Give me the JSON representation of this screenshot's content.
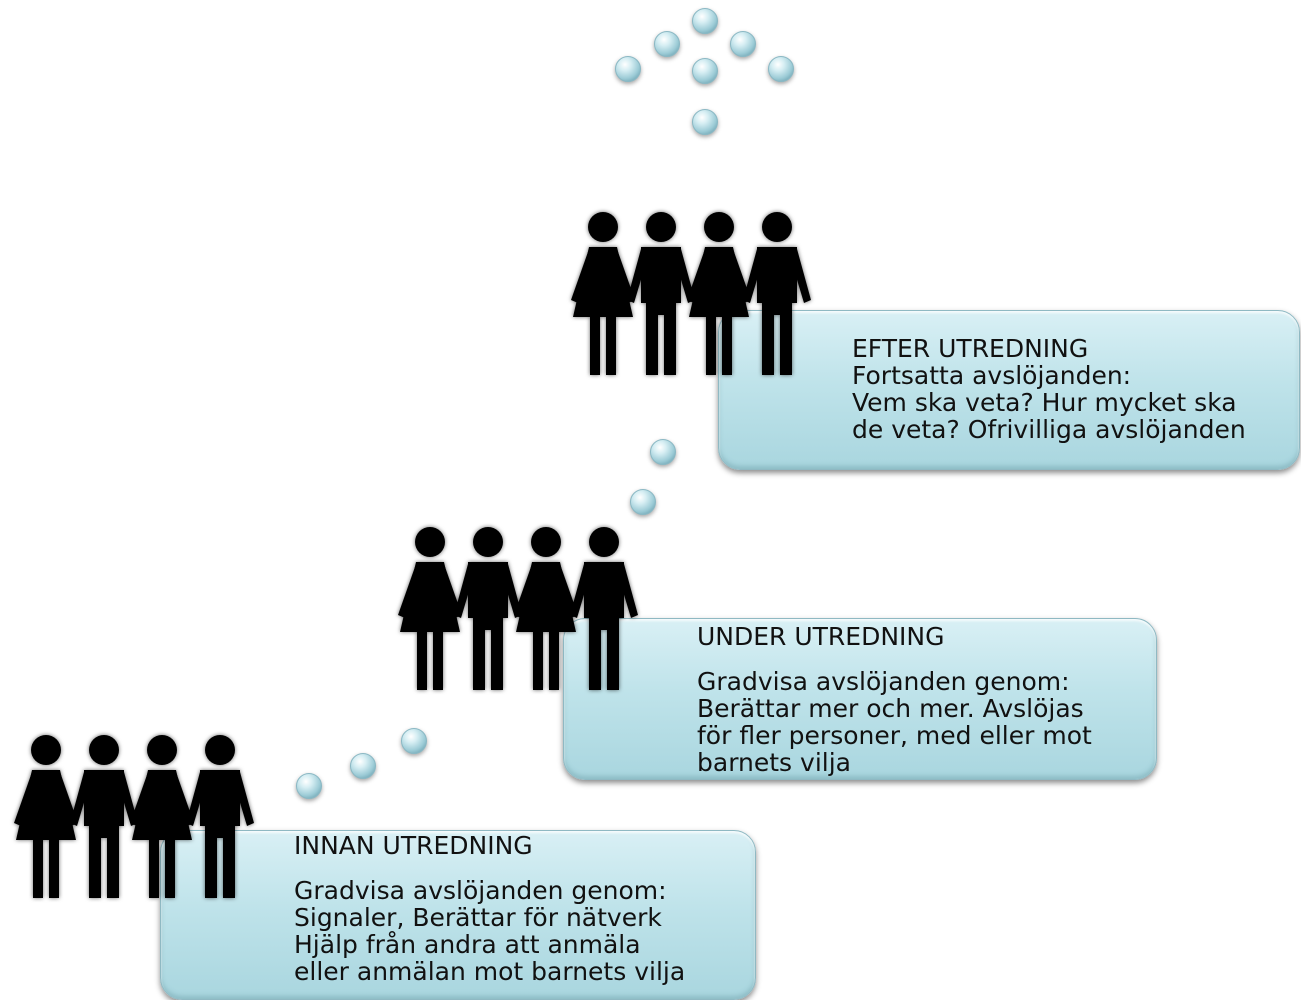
{
  "stages": [
    {
      "id": "after",
      "title": "EFTER UTREDNING",
      "lines": [
        "Fortsatta avslöjanden:",
        "Vem ska veta? Hur mycket ska",
        "de veta? Ofrivilliga avslöjanden"
      ]
    },
    {
      "id": "during",
      "title": "UNDER UTREDNING",
      "lines": [
        "Gradvisa avslöjanden genom:",
        "Berättar mer och mer. Avslöjas",
        "för fler personer, med eller mot",
        "barnets vilja"
      ]
    },
    {
      "id": "before",
      "title": "INNAN UTREDNING",
      "lines": [
        "Gradvisa avslöjanden genom:",
        "Signaler, Berättar för nätverk",
        "Hjälp från andra att anmäla",
        "eller anmälan mot barnets vilja"
      ]
    }
  ],
  "colors": {
    "bead": "#a8d4de",
    "figure": "#000000"
  },
  "icons": {
    "figures": "people-group-icon",
    "beads": "dotted-path-bead",
    "arrow": "dotted-arrow-up-icon"
  }
}
